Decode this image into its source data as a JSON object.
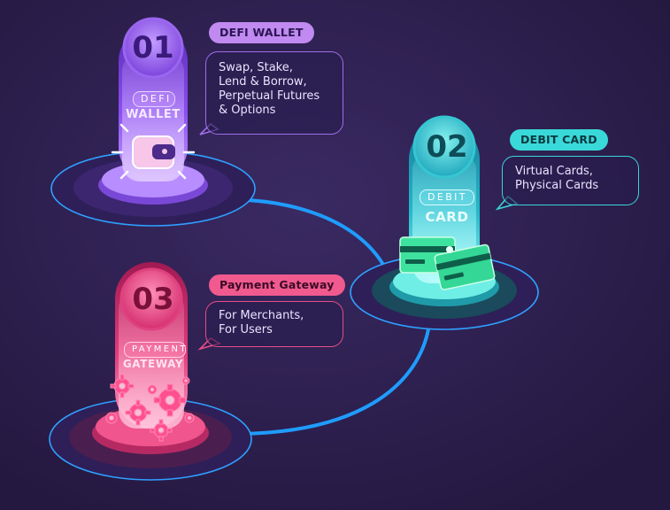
{
  "stations": [
    {
      "number": "01",
      "label_top": "DEFI",
      "label_bottom": "WALLET",
      "tag": "DEFI WALLET",
      "features": [
        "Swap, Stake,",
        "Lend & Borrow,",
        "Perpetual Futures",
        "& Options"
      ],
      "color": "#a45cf5",
      "icon": "wallet-icon"
    },
    {
      "number": "02",
      "label_top": "DEBIT",
      "label_bottom": "CARD",
      "tag": "DEBIT CARD",
      "features": [
        "Virtual Cards,",
        "Physical Cards"
      ],
      "color": "#2fd4d6",
      "icon": "credit-card-icon"
    },
    {
      "number": "03",
      "label_top": "PAYMENT",
      "label_bottom": "GATEWAY",
      "tag": "Payment Gateway",
      "features": [
        "For Merchants,",
        "For Users"
      ],
      "color": "#ee3f80",
      "icon": "gear-icon"
    }
  ],
  "colors": {
    "background": "#2a1d4a",
    "connector": "#1f9cff"
  }
}
